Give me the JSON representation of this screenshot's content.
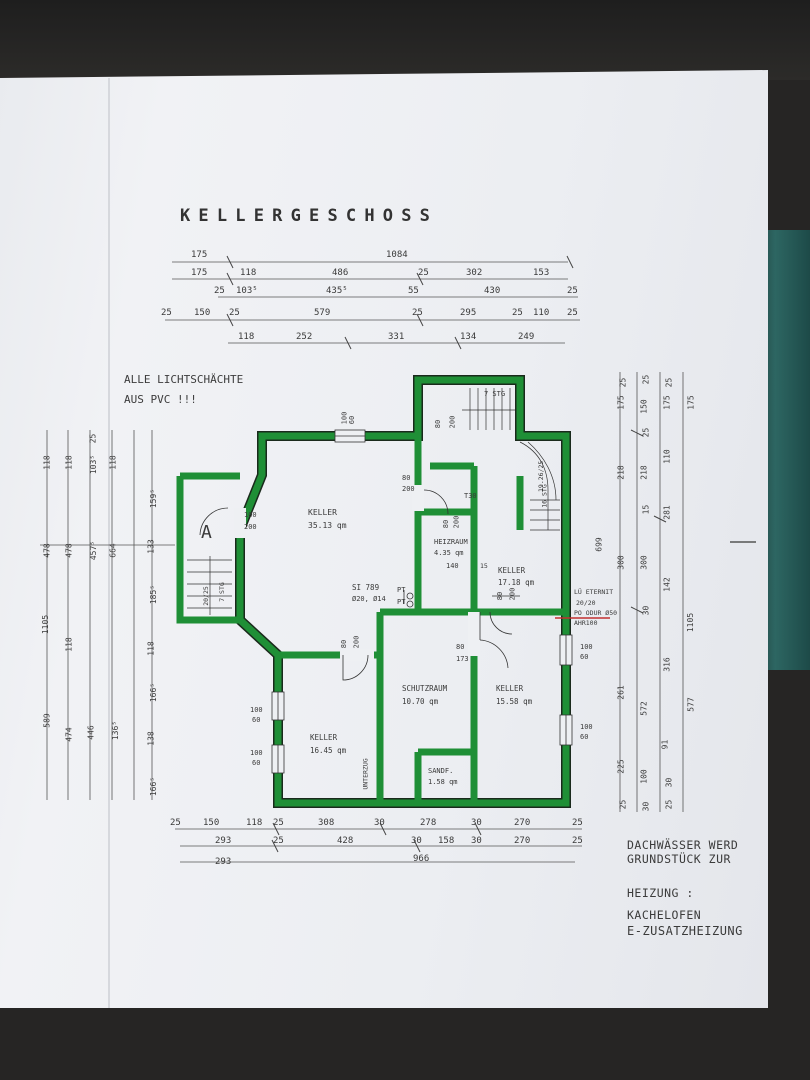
{
  "title": "KELLERGESCHOSS",
  "note_lines": [
    "ALLE LICHTSCHÄCHTE",
    "AUS PVC !!!"
  ],
  "side_notes": [
    "DACHWÄSSER WERD",
    "GRUNDSTÜCK ZUR",
    "HEIZUNG :",
    "KACHELOFEN",
    "E-ZUSATZHEIZUNG"
  ],
  "rooms": [
    {
      "name": "KELLER",
      "area": "35.13 qm"
    },
    {
      "name": "HEIZRAUM",
      "area": "4.35 qm"
    },
    {
      "name": "KELLER",
      "area": "17.18 qm"
    },
    {
      "name": "SCHUTZRAUM",
      "area": "10.70 qm"
    },
    {
      "name": "KELLER",
      "area": "15.58 qm"
    },
    {
      "name": "KELLER",
      "area": "16.45 qm"
    },
    {
      "name": "SANDF.",
      "area": "1.58 qm"
    }
  ],
  "labels": {
    "stair_top": "7 STG",
    "stair_right": "16 STG",
    "stair_right_dim": "19.26/25",
    "stair_left": "7 STG",
    "stair_left_dim": "20/25",
    "door_t30": "T30",
    "si": "SI 789",
    "si_dim": "Ø20, Ø14",
    "pt1": "PT",
    "pt2": "PT",
    "lu": "LÜ ETERNIT",
    "lu_dim": "20/20",
    "po": "PO ODUR Ø50",
    "ahr": "AHR100",
    "unterzug": "UNTERZUG",
    "heiz_dim": "140",
    "heiz_dim2": "15",
    "door_100_200": [
      "100",
      "200"
    ],
    "door_80_200a": [
      "80",
      "200"
    ],
    "door_80_200b": [
      "80",
      "200"
    ],
    "door_80_200c": [
      "80",
      "200"
    ],
    "door_80_200d": [
      "80",
      "200"
    ],
    "door_80_200e": [
      "80",
      "200"
    ],
    "door_80_173": [
      "80",
      "173"
    ],
    "win_top": [
      "100",
      "60"
    ],
    "win_r1": [
      "100",
      "60"
    ],
    "win_r2": [
      "100",
      "60"
    ],
    "win_l1": [
      "100",
      "60"
    ],
    "win_l2": [
      "100",
      "60"
    ],
    "room_a": "A"
  },
  "dims_top": [
    [
      "175",
      "1084"
    ],
    [
      "175",
      "118",
      "486",
      "25",
      "302",
      "153"
    ],
    [
      "25",
      "103⁵",
      "435⁵",
      "55",
      "430",
      "25"
    ],
    [
      "25",
      "150",
      "25",
      "579",
      "25",
      "295",
      "25",
      "110",
      "25"
    ],
    [
      "118",
      "252",
      "331",
      "134",
      "249"
    ]
  ],
  "dims_bottom": [
    [
      "25",
      "150",
      "118",
      "25",
      "308",
      "30",
      "278",
      "30",
      "270",
      "25"
    ],
    [
      "293",
      "25",
      "428",
      "30",
      "158",
      "30",
      "270",
      "25"
    ],
    [
      "293",
      "966"
    ]
  ],
  "dims_right": [
    [
      "25",
      "175",
      "218",
      "300",
      "261",
      "225",
      "25"
    ],
    [
      "25",
      "150",
      "25",
      "218",
      "15",
      "300",
      "30",
      "572",
      "100",
      "30"
    ],
    [
      "25",
      "175",
      "110",
      "281",
      "142",
      "316",
      "91",
      "30",
      "25"
    ],
    [
      "175",
      "699",
      "1105",
      "577"
    ]
  ],
  "dims_left": [
    [
      "118",
      "478",
      "1105",
      "589"
    ],
    [
      "118",
      "478",
      "118",
      "474"
    ],
    [
      "25",
      "103⁵",
      "457⁵",
      "446"
    ],
    [
      "118",
      "664",
      "136⁵"
    ],
    [
      "159⁵",
      "133",
      "185⁵",
      "118",
      "166⁵",
      "138",
      "166⁵"
    ]
  ],
  "colors": {
    "wall": "#1f8f36",
    "wall_edge": "#1a2a1c",
    "ink": "#3a3a3a",
    "accent": "#c23030"
  }
}
